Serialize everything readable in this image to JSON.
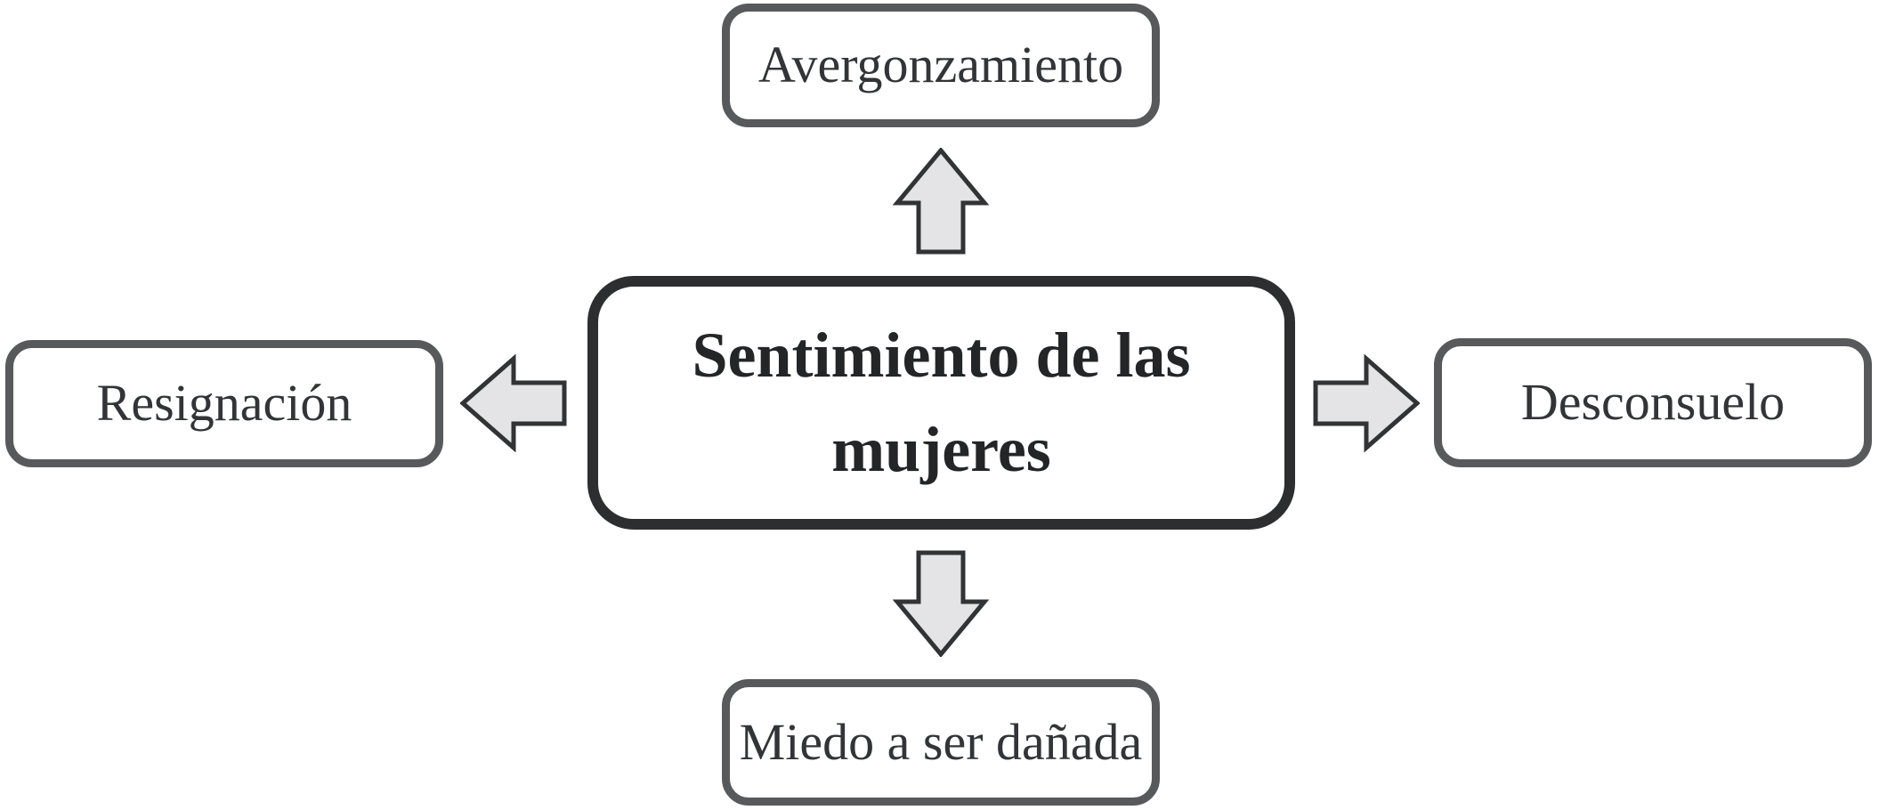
{
  "nodes": {
    "center": {
      "label": "Sentimiento de las mujeres"
    },
    "top": {
      "label": "Avergonzamiento"
    },
    "right": {
      "label": "Desconsuelo"
    },
    "bottom": {
      "label": "Miedo a ser dañada"
    },
    "left": {
      "label": "Resignación"
    }
  },
  "arrows": [
    {
      "icon": "block-arrow-up-icon",
      "from": "center",
      "to": "top"
    },
    {
      "icon": "block-arrow-right-icon",
      "from": "center",
      "to": "right"
    },
    {
      "icon": "block-arrow-down-icon",
      "from": "center",
      "to": "bottom"
    },
    {
      "icon": "block-arrow-left-icon",
      "from": "center",
      "to": "left"
    }
  ],
  "colors": {
    "background": "#ffffff",
    "outer_border": "#58595b",
    "center_border": "#2d2e30",
    "arrow_fill": "#e4e4e6",
    "arrow_stroke": "#323335",
    "label_text": "#323437",
    "center_text": "#242527"
  }
}
